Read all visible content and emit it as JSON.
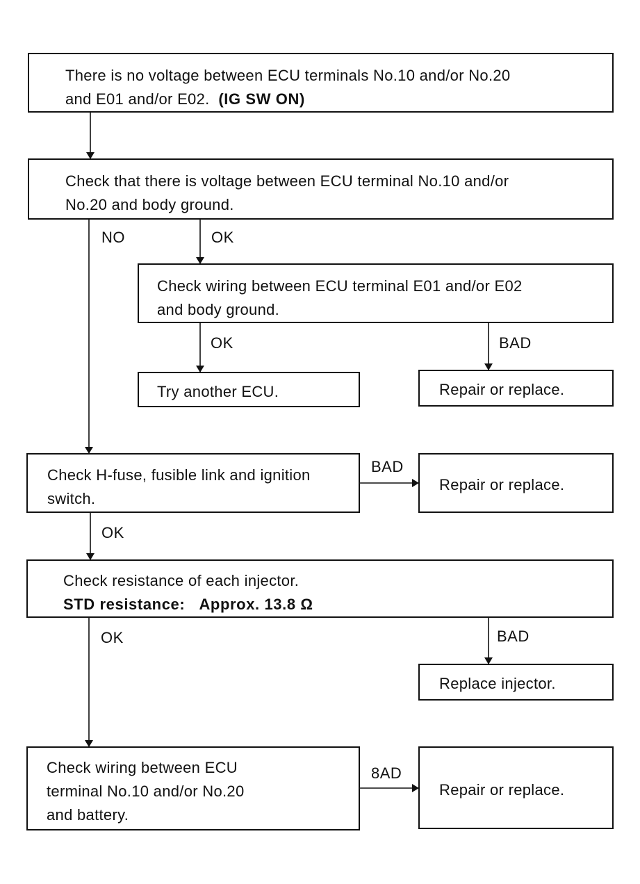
{
  "boxes": {
    "no_voltage": {
      "line1": "There is no voltage between ECU terminals No.10 and/or No.20",
      "line2_text": "and E01 and/or E02.",
      "line2_bold": "(IG SW ON)"
    },
    "check_voltage": {
      "line1": "Check that there is voltage between ECU terminal No.10 and/or",
      "line2": "No.20 and body ground."
    },
    "check_wiring_ground": {
      "line1": "Check wiring between ECU terminal E01 and/or E02",
      "line2": "and body ground."
    },
    "try_ecu": {
      "line1": "Try another ECU."
    },
    "repair_1": {
      "line1": "Repair or replace."
    },
    "check_fuse": {
      "line1": "Check H-fuse, fusible link and ignition",
      "line2": "switch."
    },
    "repair_2": {
      "line1": "Repair or replace."
    },
    "check_injector": {
      "line1": "Check resistance of each injector.",
      "line2_label": "STD resistance:",
      "line2_value": "Approx. 13.8 Ω"
    },
    "replace_injector": {
      "line1": "Replace injector."
    },
    "check_wiring_battery": {
      "line1": "Check wiring between ECU",
      "line2": "terminal No.10 and/or No.20",
      "line3": "and battery."
    },
    "repair_3": {
      "line1": "Repair or replace."
    }
  },
  "labels": {
    "no": "NO",
    "ok_1": "OK",
    "ok_2": "OK",
    "bad_1": "BAD",
    "bad_2": "BAD",
    "ok_3": "OK",
    "ok_4": "OK",
    "bad_3": "BAD",
    "bad_4": "8AD"
  }
}
